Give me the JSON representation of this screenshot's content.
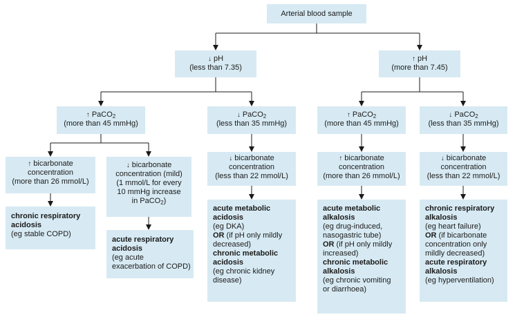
{
  "root": {
    "label": "Arterial blood sample"
  },
  "ph_low": {
    "arrow": "↓",
    "label": "pH",
    "detail": "(less than 7.35)"
  },
  "ph_high": {
    "arrow": "↑",
    "label": "pH",
    "detail": "(more than 7.45)"
  },
  "paco2_high_left": {
    "arrow": "↑",
    "label": "PaCO",
    "sub": "2",
    "detail": "(more than 45 mmHg)"
  },
  "paco2_low_left": {
    "arrow": "↓",
    "label": "PaCO",
    "sub": "2",
    "detail": "(less than 35 mmHg)"
  },
  "paco2_high_right": {
    "arrow": "↑",
    "label": "PaCO",
    "sub": "2",
    "detail": "(more than 45 mmHg)"
  },
  "paco2_low_right": {
    "arrow": "↓",
    "label": "PaCO",
    "sub": "2",
    "detail": "(less than 35 mmHg)"
  },
  "bicarb_1": {
    "arrow": "↑",
    "label": "bicarbonate",
    "line2": "concentration",
    "detail": "(more than 26 mmol/L)"
  },
  "bicarb_2": {
    "arrow": "↓",
    "label": "bicarbonate",
    "line2": "concentration (mild)",
    "detail1": "(1 mmol/L for every",
    "detail2": "10 mmHg increase",
    "detail3": "in PaCO",
    "detail3_sub": "2",
    "detail3_end": ")"
  },
  "bicarb_3": {
    "arrow": "↓",
    "label": "bicarbonate",
    "line2": "concentration",
    "detail": "(less than 22 mmol/L)"
  },
  "bicarb_4": {
    "arrow": "↑",
    "label": "bicarbonate",
    "line2": "concentration",
    "detail": "(more than 26 mmol/L)"
  },
  "bicarb_5": {
    "arrow": "↓",
    "label": "bicarbonate",
    "line2": "concentration",
    "detail": "(less than 22 mmol/L)"
  },
  "out_1": {
    "t1": "chronic respiratory",
    "t2": "acidosis",
    "n1": "(eg stable COPD)"
  },
  "out_2": {
    "t1": "acute respiratory",
    "t2": "acidosis",
    "n1": "(eg acute",
    "n2": "exacerbation of COPD)"
  },
  "out_3": {
    "t1": "acute metabolic",
    "t2": "acidosis",
    "n1": "(eg DKA)",
    "or": "OR",
    "or_rest": " (if pH only mildly",
    "or2": "decreased)",
    "t3": "chronic metabolic",
    "t4": "acidosis",
    "n2": "(eg chronic kidney",
    "n3": "disease)"
  },
  "out_4": {
    "t1": "acute metabolic",
    "t2": "alkalosis",
    "n1": "(eg drug-induced,",
    "n2": "nasogastric tube)",
    "or": "OR",
    "or_rest": " (if pH only mildly",
    "or2": "increased)",
    "t3": "chronic metabolic",
    "t4": "alkalosis",
    "n3": "(eg chronic vomiting",
    "n4": "or diarrhoea)"
  },
  "out_5": {
    "t1": "chronic respiratory",
    "t2": "alkalosis",
    "n1": "(eg heart failure)",
    "or": "OR",
    "or_rest": " (if bicarbonate",
    "or2": "concentration only",
    "or3": "mildly decreased)",
    "t3": "acute respiratory",
    "t4": "alkalosis",
    "n2": "(eg hyperventilation)"
  },
  "colors": {
    "box_fill": "#d7eaf3",
    "line": "#1a1a1a",
    "text": "#1a1a1a"
  }
}
